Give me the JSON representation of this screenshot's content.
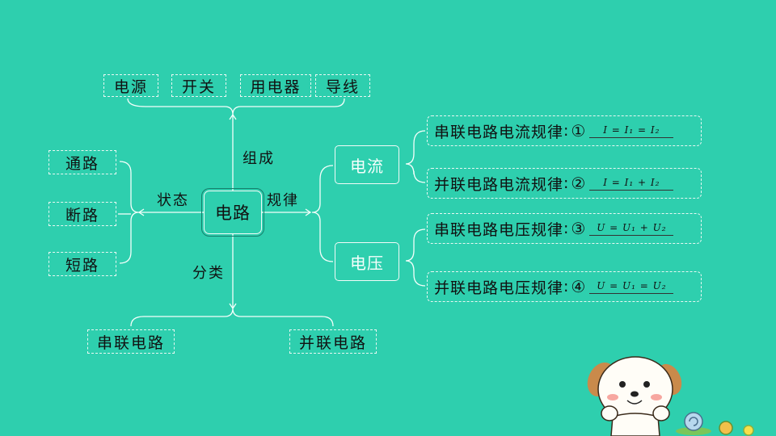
{
  "center": "电路",
  "top_items": [
    "电源",
    "开关",
    "用电器",
    "导线"
  ],
  "left_items": [
    "通路",
    "断路",
    "短路"
  ],
  "bottom_items": [
    "串联电路",
    "并联电路"
  ],
  "edge_labels": {
    "compose": "组成",
    "state": "状态",
    "law": "规律",
    "classify": "分类"
  },
  "sub_nodes": {
    "current": "电流",
    "voltage": "电压"
  },
  "rules": [
    {
      "label": "串联电路电流规律",
      "num": "①",
      "answer": "I = I₁ = I₂"
    },
    {
      "label": "并联电路电流规律",
      "num": "②",
      "answer": "I = I₁ + I₂"
    },
    {
      "label": "串联电路电压规律",
      "num": "③",
      "answer": "U = U₁ + U₂"
    },
    {
      "label": "并联电路电压规律",
      "num": "④",
      "answer": "U = U₁ = U₂"
    }
  ],
  "colon": ":"
}
